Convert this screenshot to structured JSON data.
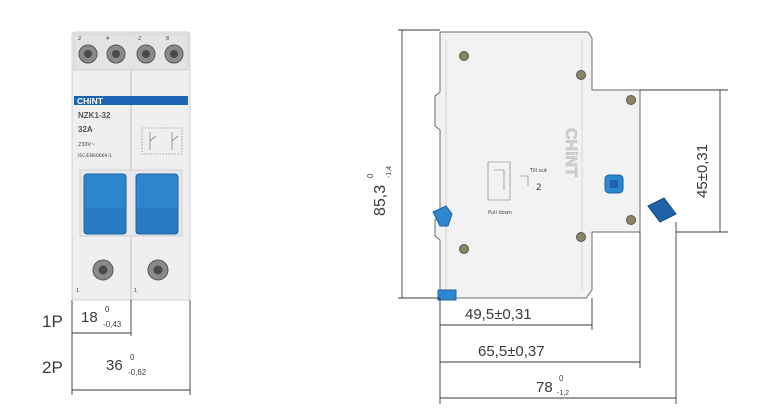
{
  "colors": {
    "line": "#3a3a3a",
    "body": "#efefef",
    "blue": "#2e86cf",
    "blue_dark": "#1e63a8",
    "brand_blue": "#1e64b4"
  },
  "front_view": {
    "brand": "CHiNT",
    "model": "NZK1-32",
    "rating": "32A",
    "voltage": "230V~",
    "standard": "IEC/EN60669-1",
    "terminal_top_labels": [
      "2",
      "4",
      "2",
      "8"
    ],
    "terminal_bottom_labels": [
      "1",
      "1"
    ],
    "pole_label_1p": "1P",
    "pole_label_2p": "2P",
    "width_1p": {
      "nominal": "18",
      "upper": "0",
      "lower": "-0,43"
    },
    "width_2p": {
      "nominal": "36",
      "upper": "0",
      "lower": "-0,62"
    }
  },
  "side_view": {
    "brand_embossed": "CHiNT",
    "diagram_text_top": "Till out",
    "diagram_text_bottom": "Pull down",
    "diagram_number": "2",
    "height": {
      "nominal": "85,3",
      "upper": "0",
      "lower": "-1,4"
    },
    "height_right": "45±0,31",
    "dims_bottom": [
      "49,5±0,31",
      "65,5±0,37"
    ],
    "depth": {
      "nominal": "78",
      "upper": "0",
      "lower": "-1,2"
    }
  }
}
